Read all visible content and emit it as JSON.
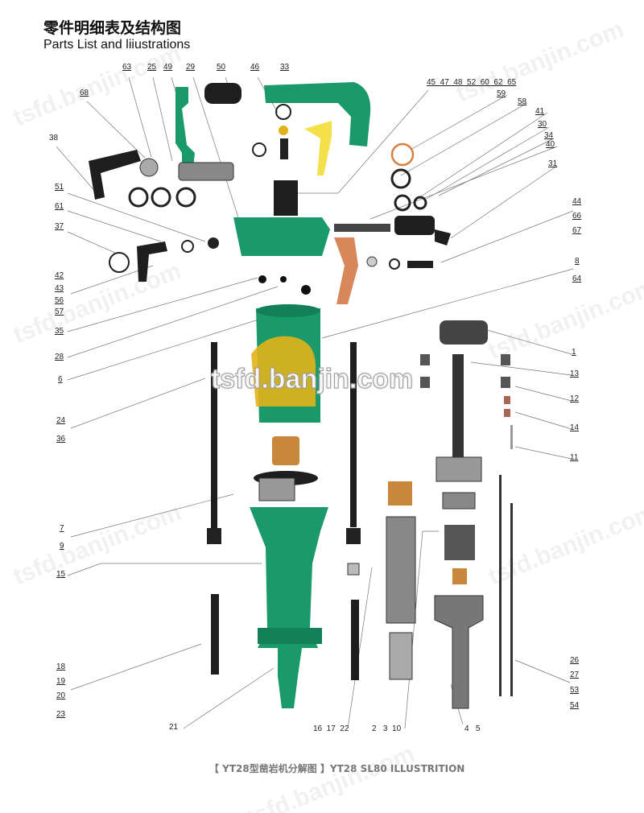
{
  "header": {
    "title_cn": "零件明细表及结构图",
    "title_en": "Parts List and liiustrations"
  },
  "footer": {
    "caption": "【 YT28型凿岩机分解图 】YT28 SL80 ILLUSTRITION"
  },
  "watermark": "tsfd.banjin.com",
  "colors": {
    "body_green": "#1a9a6a",
    "part_black": "#1e1e1e",
    "brass": "#c8873a",
    "amber": "#e2b21a",
    "steel": "#9a9a9a"
  },
  "labels": {
    "top": [
      "63",
      "25",
      "49",
      "29",
      "50",
      "46",
      "33",
      "68",
      "38"
    ],
    "top_right": [
      "45  47  48  52  60  62  65",
      "59",
      "58",
      "41",
      "30",
      "34",
      "40",
      "31"
    ],
    "group_44": [
      "44",
      "66",
      "67"
    ],
    "left": [
      "51",
      "61",
      "37"
    ],
    "group_42": [
      "42",
      "43",
      "56",
      "57"
    ],
    "left2": [
      "35",
      "28",
      "6"
    ],
    "group_24": [
      "24",
      "36"
    ],
    "group_7": [
      "7",
      "9"
    ],
    "left3": [
      "15"
    ],
    "group_18": [
      "18",
      "19",
      "20",
      "23"
    ],
    "bottom": [
      "21",
      "16  17  22",
      "2   3  10",
      "4   5"
    ],
    "group_8": [
      "8",
      "64"
    ],
    "right": [
      "1",
      "13",
      "12",
      "14",
      "11"
    ],
    "group_26": [
      "26",
      "27",
      "53",
      "54"
    ]
  }
}
